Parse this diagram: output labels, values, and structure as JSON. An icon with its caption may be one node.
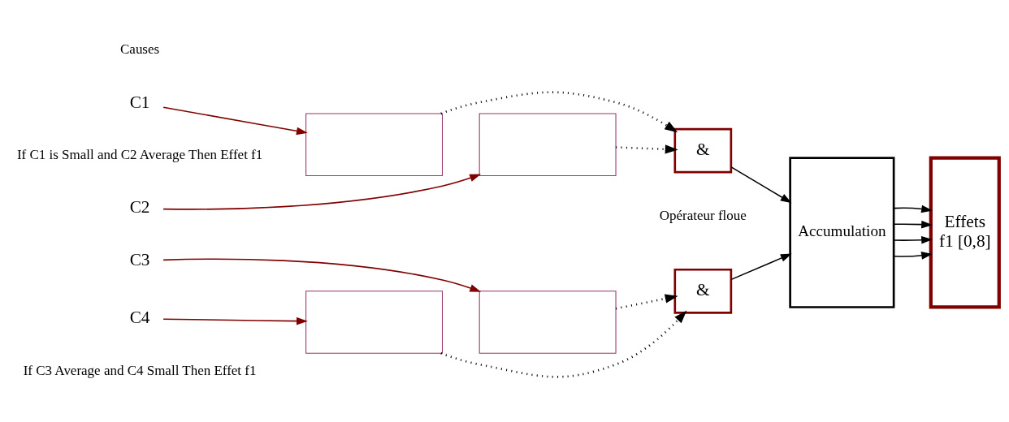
{
  "diagram": {
    "nodes": [
      {
        "text": [
          "C1"
        ]
      },
      {
        "text": [
          "C2"
        ]
      },
      {
        "text": [
          "C3"
        ]
      },
      {
        "text": [
          "C4"
        ]
      },
      {
        "text": [],
        "shape": "box"
      },
      {
        "text": [],
        "shape": "box"
      },
      {
        "text": [],
        "shape": "box"
      },
      {
        "text": [],
        "shape": "box"
      },
      {
        "text": [
          "&"
        ]
      },
      {
        "text": [
          "&"
        ]
      },
      {
        "text": [
          "Accumulation"
        ]
      },
      {
        "text": [
          "Effets",
          "f1 [0,8]"
        ]
      }
    ],
    "edges": [
      {
        "from": 0,
        "to": 4,
        "arrow": "to",
        "color": "#800000"
      },
      {
        "from": 1,
        "to": 5,
        "arrow": "to",
        "color": "#800000"
      },
      {
        "from": 2,
        "to": 7,
        "arrow": "to",
        "color": "#800000"
      },
      {
        "from": 3,
        "to": 6,
        "arrow": "to",
        "color": "#800000"
      },
      {
        "from": 4,
        "to": 8,
        "arrow": "to",
        "style": "dashed"
      },
      {
        "from": 5,
        "to": 8,
        "arrow": "to",
        "style": "dashed"
      },
      {
        "from": 6,
        "to": 9,
        "arrow": "to",
        "style": "dashed"
      },
      {
        "from": 7,
        "to": 9,
        "arrow": "to",
        "style": "dashed"
      },
      {
        "from": 8,
        "to": 10,
        "arrow": "to"
      },
      {
        "from": 9,
        "to": 10,
        "arrow": "to"
      },
      {
        "from": 10,
        "to": 11,
        "arrow": "to"
      },
      {
        "from": 10,
        "to": 11,
        "arrow": "to"
      },
      {
        "from": 10,
        "to": 11,
        "arrow": "to"
      },
      {
        "from": 10,
        "to": 11,
        "arrow": "to"
      }
    ],
    "labels": [
      "If C1 is Small and C2 Average Then Effet f1",
      "Causes",
      "Opérateur floue",
      "If C3 Average and C4 Small Then Effet f1"
    ]
  }
}
